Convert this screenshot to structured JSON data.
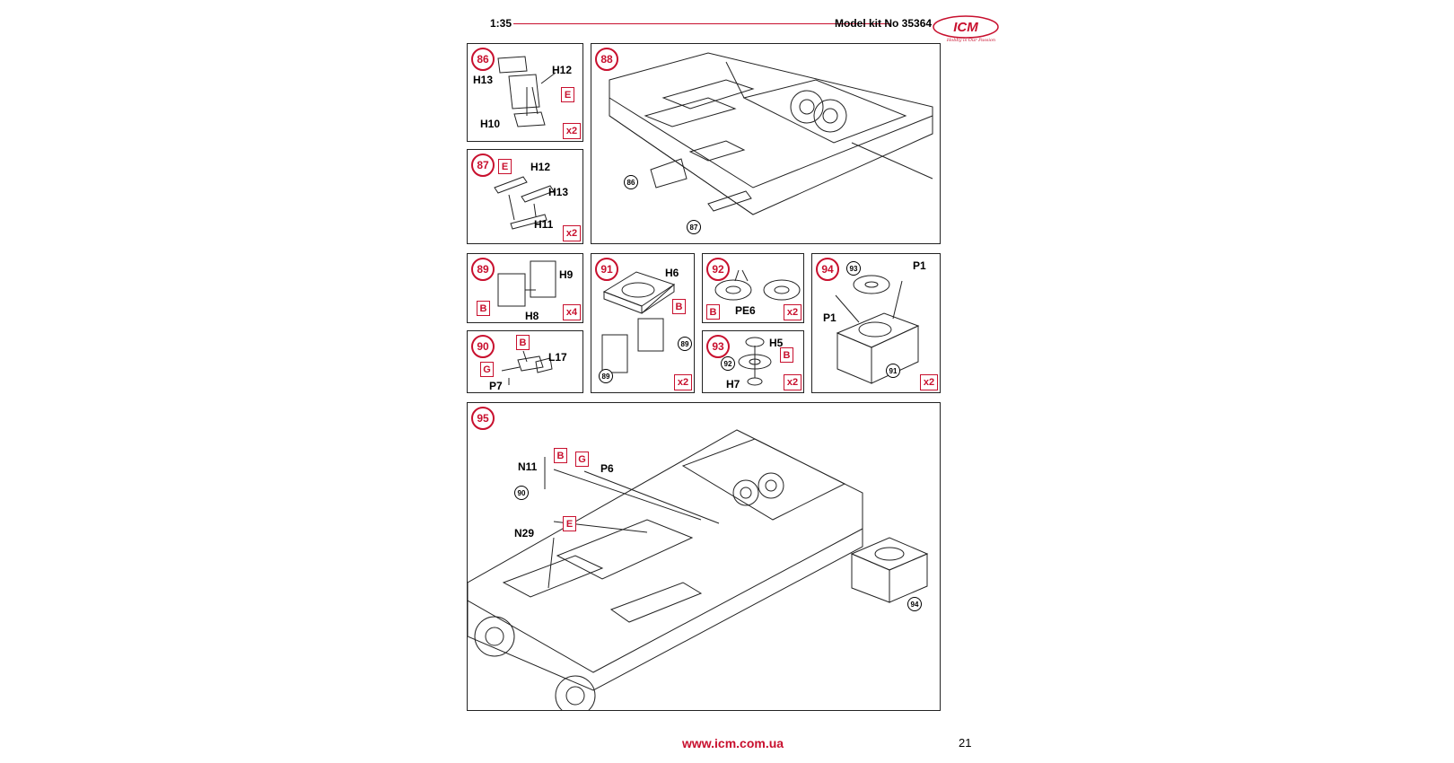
{
  "header": {
    "scale": "1:35",
    "kit_number": "Model kit No 35364",
    "logo_text": "ICM",
    "logo_tagline": "Hobby is Our Passion"
  },
  "footer": {
    "url": "www.icm.com.ua",
    "page_number": "21"
  },
  "colors": {
    "accent_red": "#c8102e",
    "line": "#222222"
  },
  "steps": {
    "s86": {
      "num": "86",
      "multiplier": "x2",
      "parts": [
        "H12",
        "H13",
        "H10"
      ],
      "sprue": "E"
    },
    "s87": {
      "num": "87",
      "multiplier": "x2",
      "parts": [
        "H12",
        "H13",
        "H11"
      ],
      "sprue": "E"
    },
    "s88": {
      "num": "88",
      "refs": [
        "86",
        "87"
      ]
    },
    "s89": {
      "num": "89",
      "multiplier": "x4",
      "parts": [
        "H9",
        "H8"
      ],
      "sprue": "B"
    },
    "s90": {
      "num": "90",
      "parts": [
        "L17",
        "P7"
      ],
      "sprues": [
        "B",
        "G"
      ]
    },
    "s91": {
      "num": "91",
      "multiplier": "x2",
      "parts": [
        "H6"
      ],
      "sprue": "B",
      "refs": [
        "89",
        "89"
      ]
    },
    "s92": {
      "num": "92",
      "multiplier": "x2",
      "parts": [
        "PE6"
      ],
      "sprue": "B"
    },
    "s93": {
      "num": "93",
      "multiplier": "x2",
      "parts": [
        "H5",
        "H7"
      ],
      "sprue": "B",
      "refs": [
        "92"
      ]
    },
    "s94": {
      "num": "94",
      "multiplier": "x2",
      "parts": [
        "P1",
        "P1"
      ],
      "refs": [
        "93",
        "91"
      ]
    },
    "s95": {
      "num": "95",
      "parts": [
        "N11",
        "P6",
        "N29"
      ],
      "sprues": [
        "B",
        "G",
        "E"
      ],
      "refs": [
        "90",
        "94"
      ]
    }
  }
}
